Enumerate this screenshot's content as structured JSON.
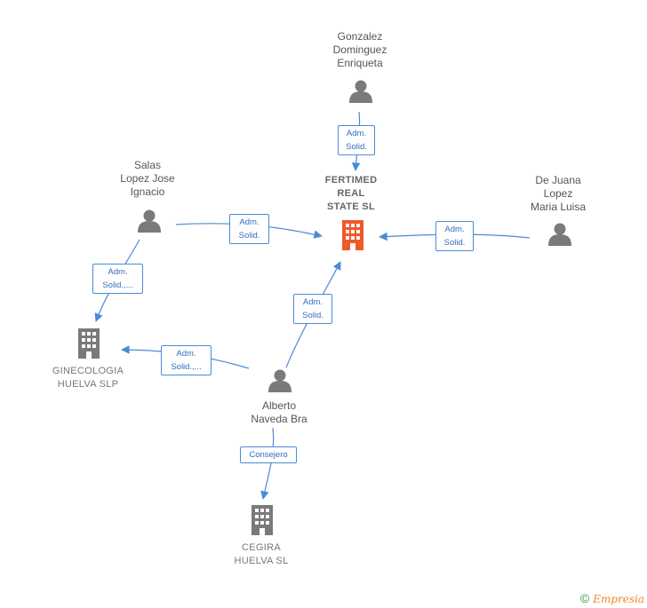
{
  "nodes": {
    "gonzalez": {
      "label": "Gonzalez\nDominguez\nEnriqueta",
      "kind": "person"
    },
    "salas": {
      "label": "Salas\nLopez Jose\nIgnacio",
      "kind": "person"
    },
    "dejuana": {
      "label": "De Juana\nLopez\nMaria Luisa",
      "kind": "person"
    },
    "alberto": {
      "label": "Alberto\nNaveda Bra",
      "kind": "person"
    },
    "fertimed": {
      "label": "FERTIMED\nREAL\nSTATE  SL",
      "kind": "company-focus"
    },
    "ginecologia": {
      "label": "GINECOLOGIA\nHUELVA  SLP",
      "kind": "company"
    },
    "cegira": {
      "label": "CEGIRA\nHUELVA  SL",
      "kind": "company"
    }
  },
  "edges": {
    "gonzalez_fertimed": "Adm.\nSolid.",
    "salas_fertimed": "Adm.\nSolid.",
    "dejuana_fertimed": "Adm.\nSolid.",
    "alberto_fertimed": "Adm.\nSolid.",
    "salas_ginecologia": "Adm.\nSolid.,...",
    "alberto_ginecologia": "Adm.\nSolid.,...",
    "alberto_cegira": "Consejero"
  },
  "colors": {
    "person": "#7a7a7a",
    "company": "#7a7a7a",
    "focus": "#f05a28",
    "edge": "#4a8bd6"
  },
  "footer": {
    "copyright": "©",
    "brand": "Empresia"
  }
}
